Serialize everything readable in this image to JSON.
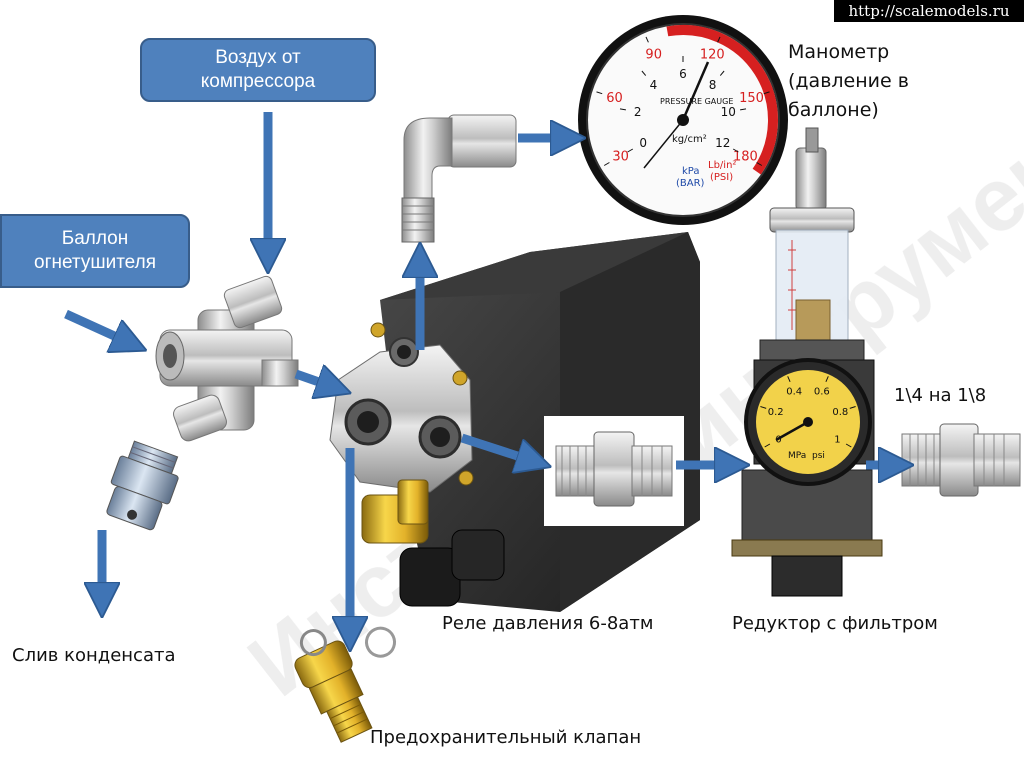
{
  "source_url": "http://scalemodels.ru",
  "labels": {
    "air_from_compressor": [
      "Воздух от",
      "компрессора"
    ],
    "extinguisher_tank": [
      "Баллон",
      "огнетушителя"
    ],
    "manometer": [
      "Манометр",
      "(давление в",
      "баллоне)"
    ],
    "adapter": "1\\4 на 1\\8",
    "condensate_drain": "Слив конденсата",
    "pressure_relay": "Реле давления 6-8атм",
    "regulator_filter": "Редуктор с фильтром",
    "safety_valve": "Предохранительный клапан"
  },
  "gauge": {
    "outer_scale": [
      "30",
      "60",
      "90",
      "120",
      "150",
      "180"
    ],
    "inner_scale": [
      "0",
      "2",
      "4",
      "6",
      "8",
      "10",
      "12"
    ],
    "unit_kg": "kg/cm²",
    "unit_kpa": "kPa",
    "unit_bar": "(BAR)",
    "unit_psi": "Lb/in²",
    "unit_psi2": "(PSI)",
    "brand": "PRESSURE GAUGE"
  },
  "regulator_gauge": {
    "scale": [
      "0",
      "0.2",
      "0.4",
      "0.6",
      "0.8",
      "1"
    ],
    "unit": "MPa",
    "unit2": "psi"
  },
  "colors": {
    "box_fill": "#4f81bd",
    "box_border": "#385d8a",
    "arrow": "#3f74b5",
    "gauge_red": "#d62020"
  }
}
